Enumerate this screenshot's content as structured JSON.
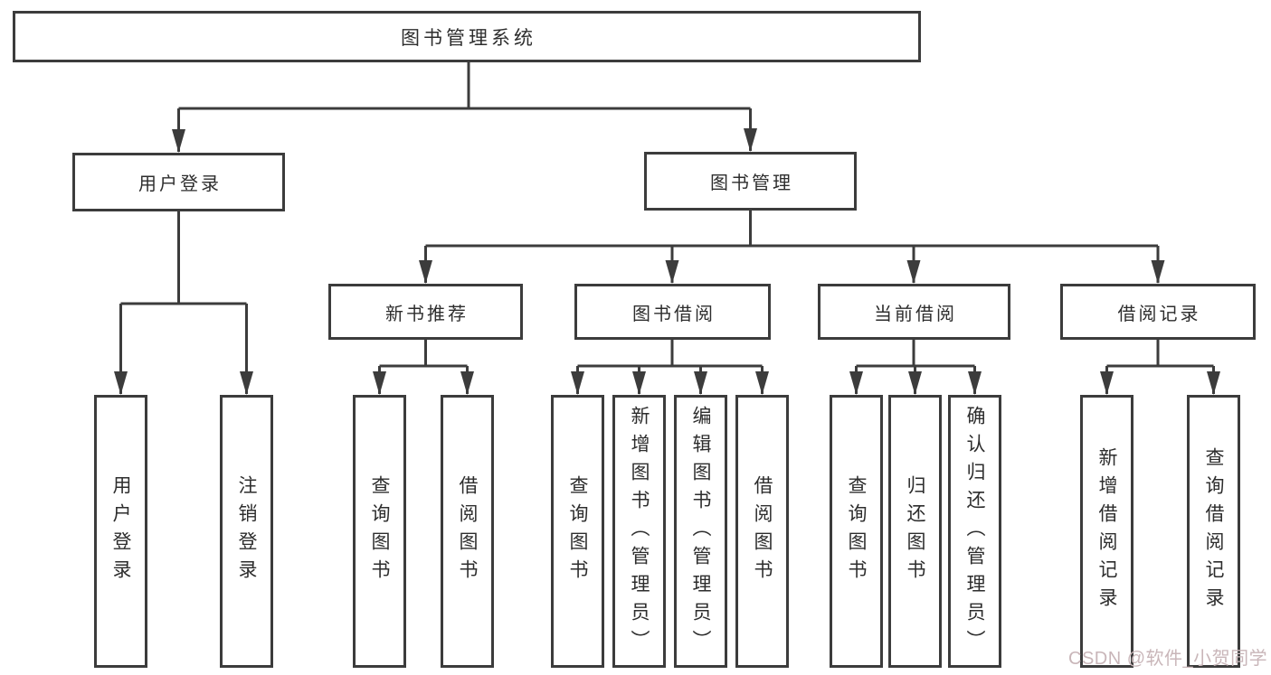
{
  "diagram": {
    "title": "图书管理系统",
    "colors": {
      "line": "#3c3c3c",
      "node_text": "#2d2d2d",
      "node_background": "#ffffff",
      "watermark": "#c9b6b9"
    },
    "tree": {
      "root": "图书管理系统",
      "user_login": {
        "label": "用户登录",
        "children": [
          "用户登录",
          "注销登录"
        ]
      },
      "book_mgmt": {
        "label": "图书管理",
        "sections": [
          {
            "label": "新书推荐",
            "children": [
              "查询图书",
              "借阅图书"
            ]
          },
          {
            "label": "图书借阅",
            "children": [
              "查询图书",
              "新增图书（管理员）",
              "编辑图书（管理员）",
              "借阅图书"
            ]
          },
          {
            "label": "当前借阅",
            "children": [
              "查询图书",
              "归还图书",
              "确认归还（管理员）"
            ]
          },
          {
            "label": "借阅记录",
            "children": [
              "新增借阅记录",
              "查询借阅记录"
            ]
          }
        ]
      }
    },
    "watermark": "CSDN @软件_小贺同学"
  }
}
